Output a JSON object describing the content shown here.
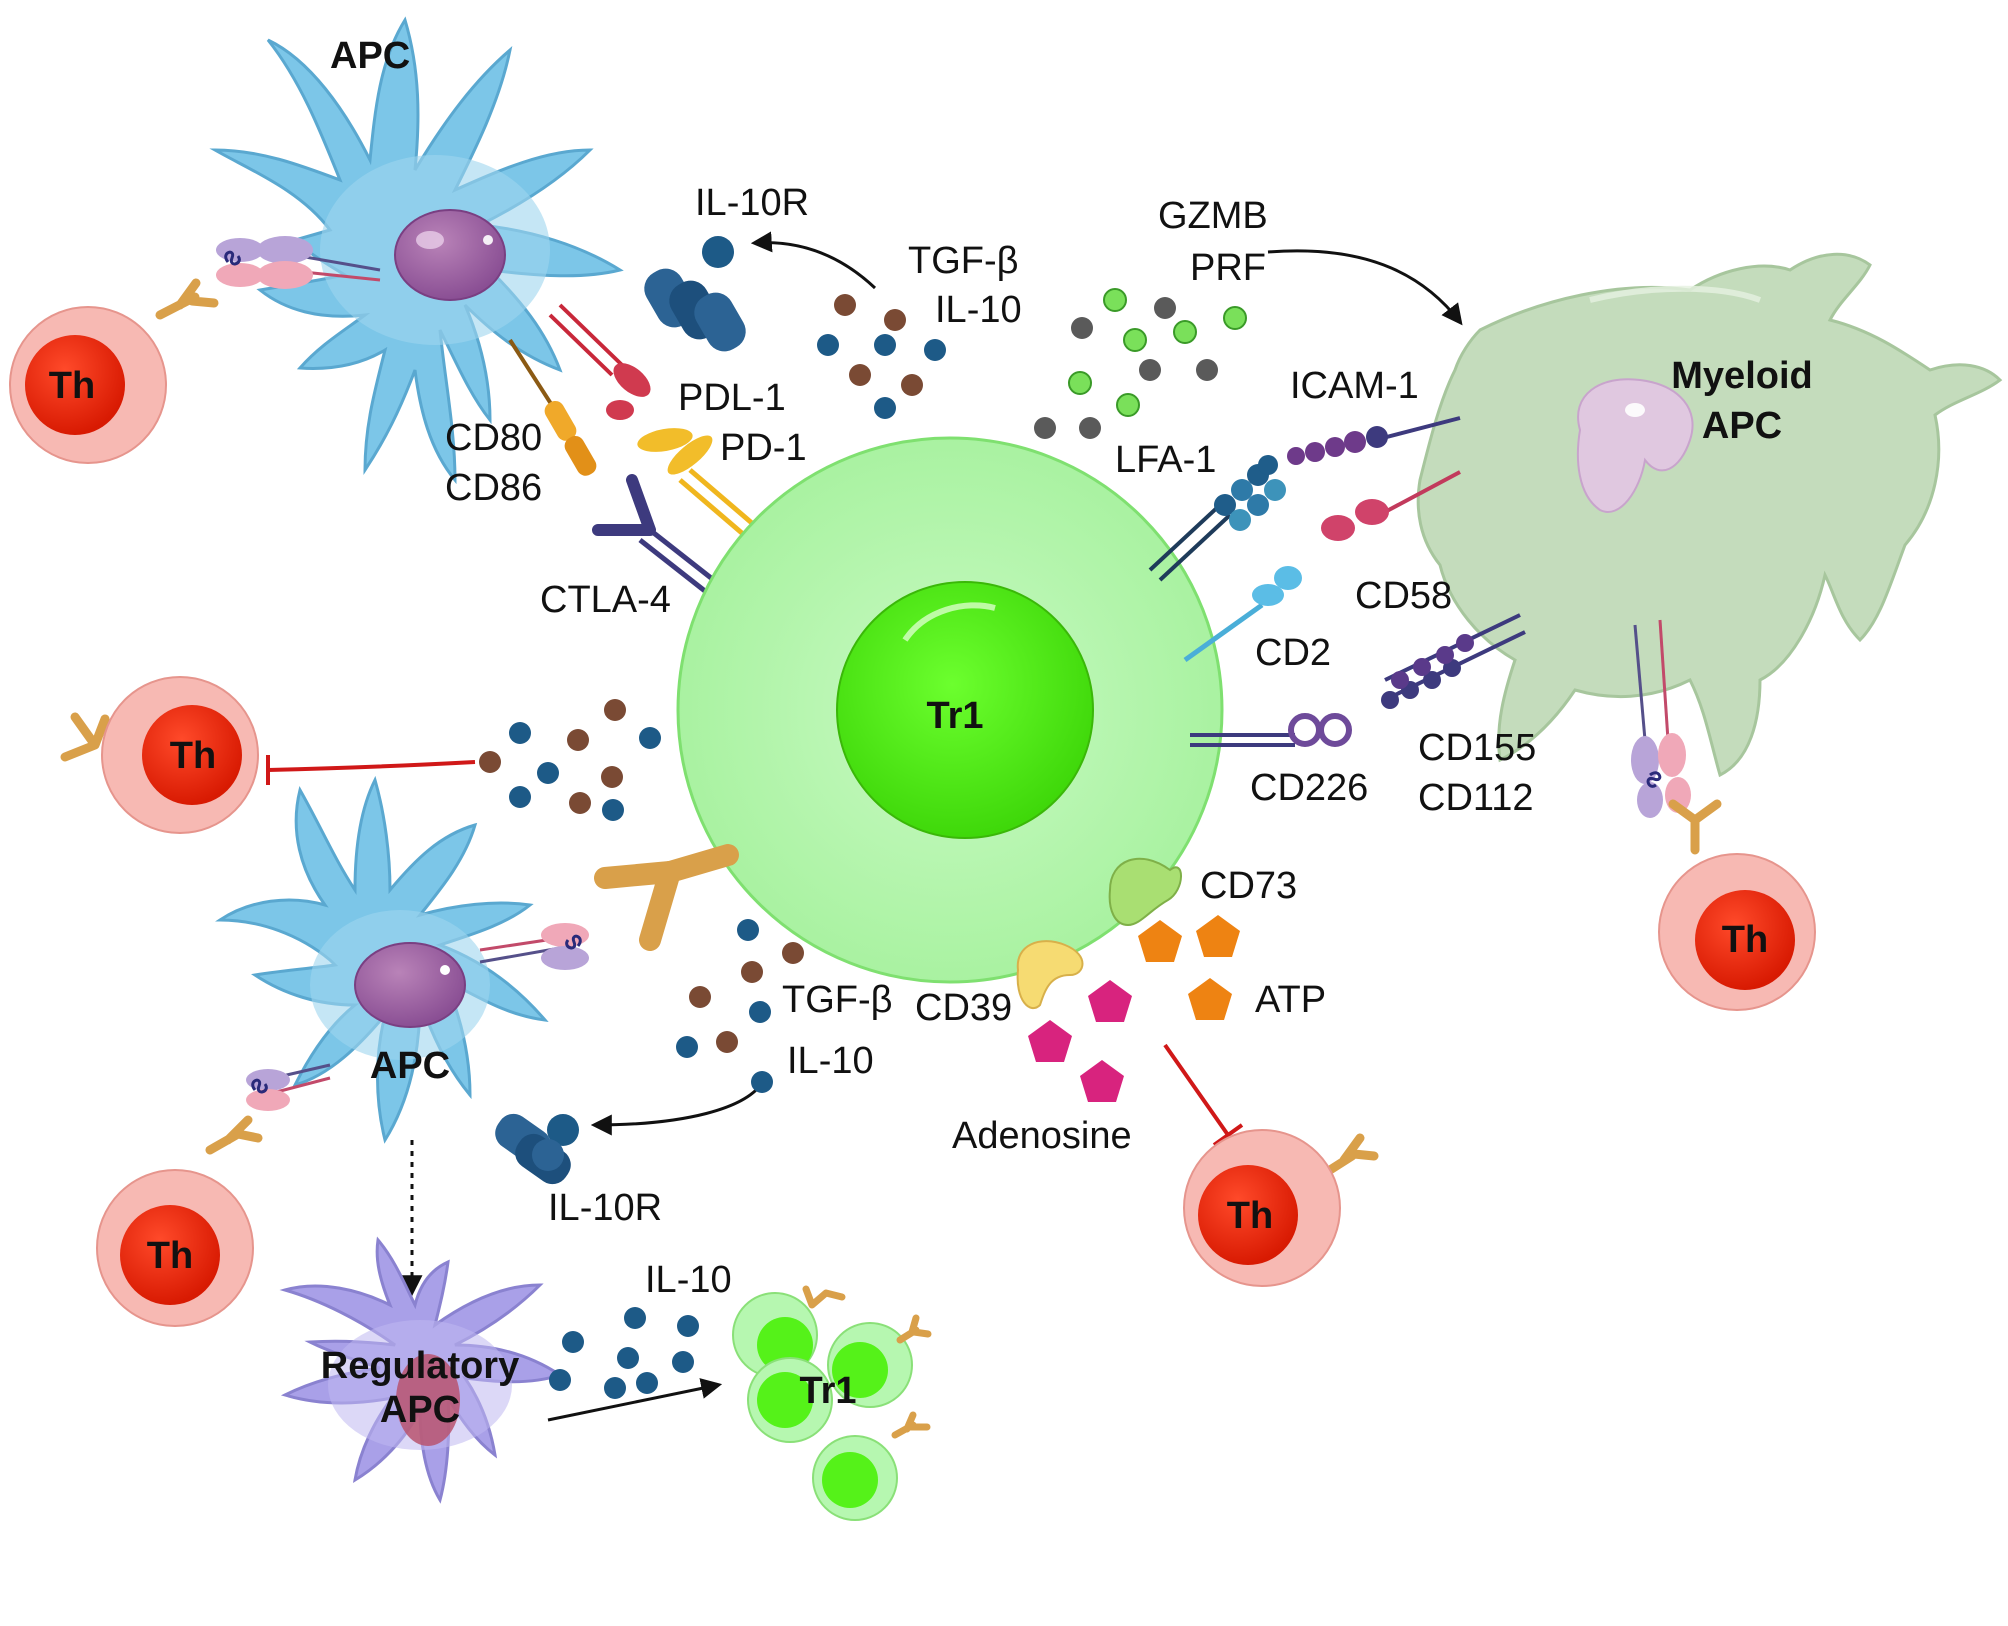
{
  "cells": {
    "tr1_main": "Tr1",
    "apc_top": "APC",
    "myeloid_apc": [
      "Myeloid",
      "APC"
    ],
    "apc_bottom": "APC",
    "regulatory_apc": [
      "Regulatory",
      "APC"
    ],
    "th": "Th",
    "tr1_cluster": "Tr1"
  },
  "labels": {
    "il10r_top": "IL-10R",
    "tgfb_top": "TGF-β",
    "il10_top": "IL-10",
    "gzmb": "GZMB",
    "prf": "PRF",
    "icam1": "ICAM-1",
    "lfa1": "LFA-1",
    "cd58": "CD58",
    "cd2": "CD2",
    "cd155": "CD155",
    "cd112": "CD112",
    "cd226": "CD226",
    "pdl1": "PDL-1",
    "pd1": "PD-1",
    "cd80": "CD80",
    "cd86": "CD86",
    "ctla4": "CTLA-4",
    "cd73": "CD73",
    "atp": "ATP",
    "cd39": "CD39",
    "adenosine": "Adenosine",
    "tgfb_bottom": "TGF-β",
    "il10_bottom": "IL-10",
    "il10r_bottom": "IL-10R",
    "il10_reg": "IL-10"
  },
  "colors": {
    "tr1_outer": "#b6f7b0",
    "tr1_inner": "#55f219",
    "apc_blue": "#7cc6e8",
    "myeloid_green": "#c4dcbc",
    "regulatory_purple": "#a9a0e8",
    "th_outer": "#f7b9b3",
    "th_inner": "#e9200a",
    "cytokine_blue": "#1d5a87",
    "cytokine_brown": "#7a4a34",
    "granule_green": "#7ae05a",
    "granule_gray": "#5a5a5a",
    "atp_orange": "#ee8312",
    "adenosine_magenta": "#d8237e",
    "inhibit_red": "#d01818"
  }
}
